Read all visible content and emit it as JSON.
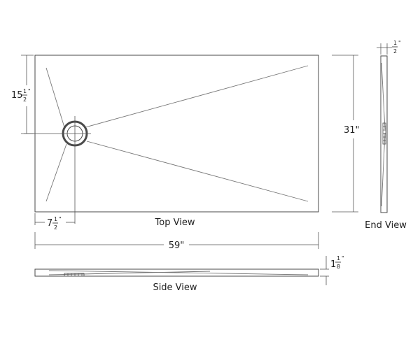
{
  "views": {
    "top": "Top View",
    "end": "End View",
    "side": "Side View"
  },
  "dimensions": {
    "drain_offset": {
      "whole": "15",
      "num": "1",
      "den": "2",
      "mark": "\""
    },
    "width": "31\"",
    "end_thickness": {
      "num": "1",
      "den": "2",
      "mark": "\""
    },
    "drain_from_edge": {
      "whole": "7",
      "num": "1",
      "den": "2",
      "mark": "\""
    },
    "length": "59\"",
    "height": {
      "whole": "1",
      "num": "1",
      "den": "8",
      "mark": "\""
    }
  },
  "colors": {
    "line": "#4a4a4a",
    "text": "#222222"
  }
}
